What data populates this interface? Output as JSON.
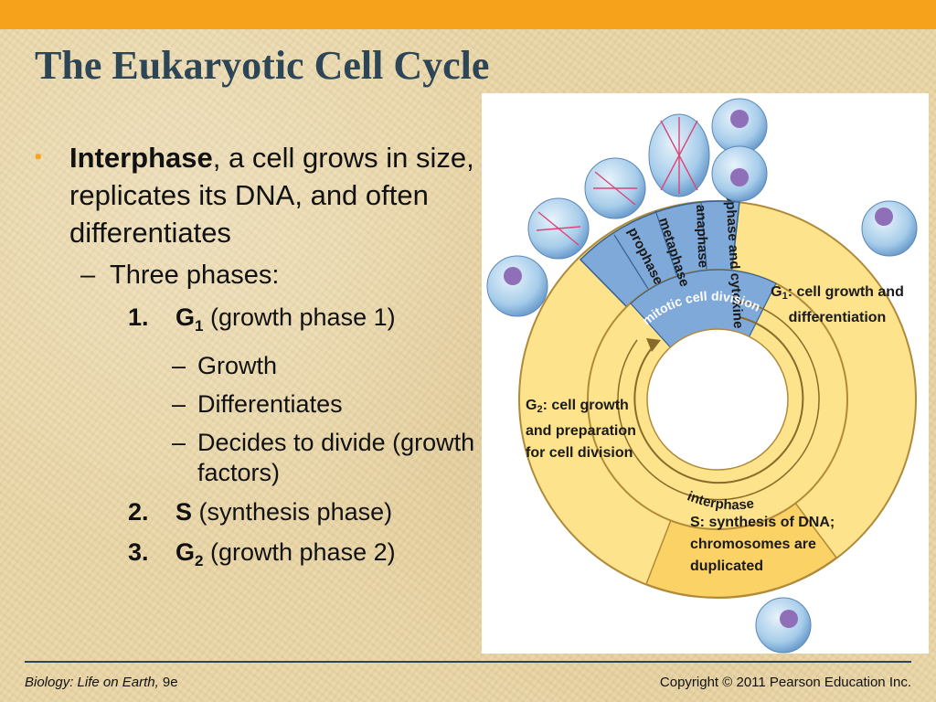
{
  "slide": {
    "title": "The Eukaryotic Cell Cycle"
  },
  "bullets": {
    "main_term": "Interphase",
    "main_rest": ", a cell grows in size, replicates its DNA, and often differentiates",
    "sub_dash": "–",
    "sub_text": "Three phases:",
    "phases": [
      {
        "num": "1.",
        "name": "G",
        "sub": "1",
        "desc": " (growth phase 1)"
      },
      {
        "num": "2.",
        "name": "S",
        "desc": " (synthesis phase)"
      },
      {
        "num": "3.",
        "name": "G",
        "sub": "2",
        "desc": " (growth phase 2)"
      }
    ],
    "g1_items": [
      "Growth",
      "Differentiates",
      "Decides to divide (growth factors)"
    ]
  },
  "diagram": {
    "g1_prefix": "G",
    "g1_sub": "1",
    "g1_text": ": cell growth and differentiation",
    "g2_prefix": "G",
    "g2_sub": "2",
    "g2_text": ": cell growth and preparation for cell division",
    "s_label": "S: synthesis of DNA; chromosomes are duplicated",
    "interphase": "interphase",
    "mitotic": "mitotic cell division",
    "prophase": "prophase",
    "metaphase": "metaphase",
    "anaphase": "anaphase",
    "telophase": "telophase and cytokinesis"
  },
  "footer": {
    "book_title": "Biology: Life on Earth,",
    "edition": " 9e",
    "copyright": "Copyright © 2011 Pearson Education Inc."
  },
  "colors": {
    "accent_orange": "#f7a21b",
    "title_navy": "#2c4557",
    "ring_yellow": "#fde38c",
    "s_phase_yellow": "#fbd265",
    "mitosis_blue": "#7fa9d9"
  }
}
